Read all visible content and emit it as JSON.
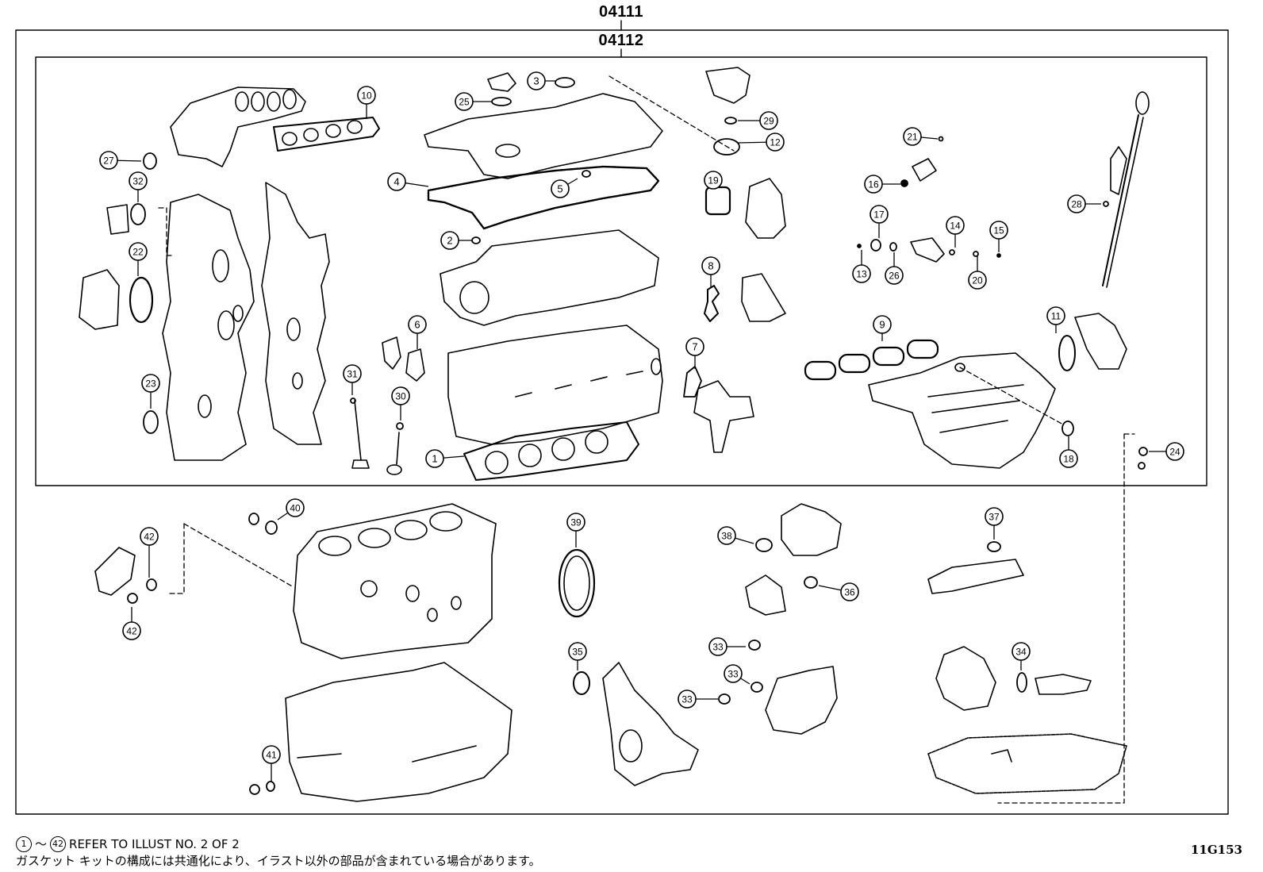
{
  "header": {
    "outer_code": "04111",
    "inner_code": "04112"
  },
  "callouts": [
    "1",
    "2",
    "3",
    "4",
    "5",
    "6",
    "7",
    "8",
    "9",
    "10",
    "11",
    "12",
    "13",
    "14",
    "15",
    "16",
    "17",
    "18",
    "19",
    "20",
    "21",
    "22",
    "23",
    "24",
    "25",
    "26",
    "27",
    "28",
    "29",
    "30",
    "31",
    "32",
    "33",
    "34",
    "35",
    "36",
    "37",
    "38",
    "39",
    "40",
    "41",
    "42"
  ],
  "footer": {
    "ref_start": "1",
    "ref_tilde": "～",
    "ref_end": "42",
    "ref_text": "REFER TO ILLUST NO. 2 OF 2",
    "note_jp": "ガスケット キットの構成には共通化により、イラスト以外の部品が含まれている場合があります。",
    "illust_code": "11G153"
  }
}
